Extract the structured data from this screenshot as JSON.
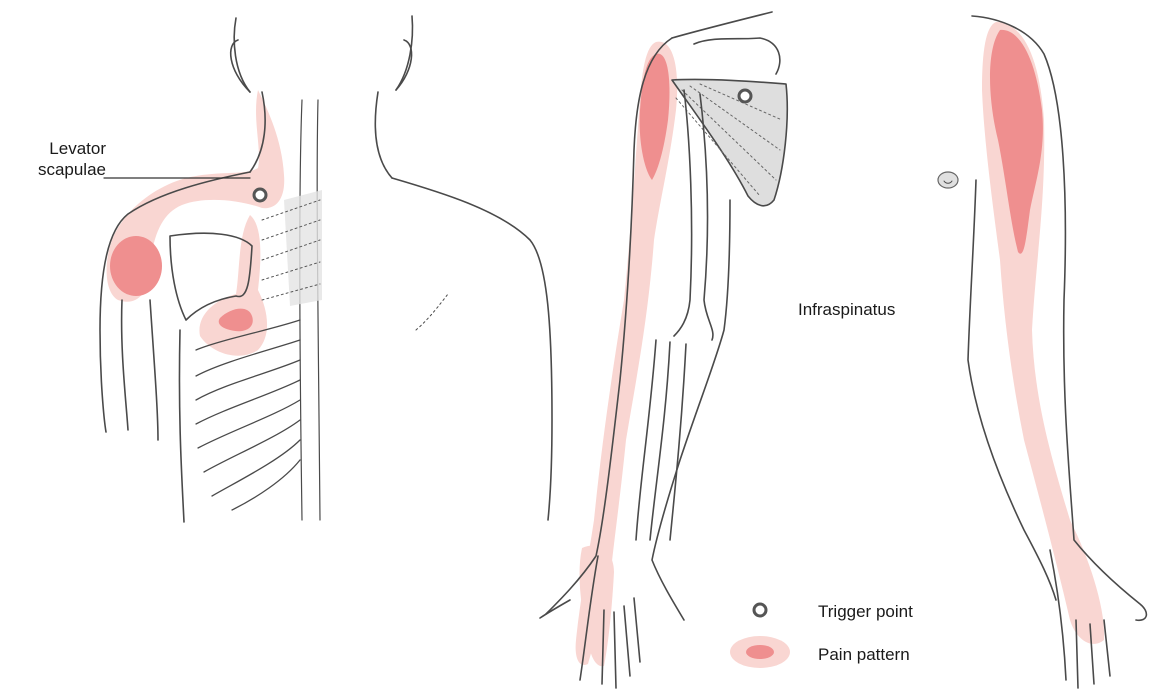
{
  "labels": {
    "levator_line1": "Levator",
    "levator_line2": "scapulae",
    "infraspinatus": "Infraspinatus"
  },
  "legend": {
    "trigger_point": "Trigger point",
    "pain_pattern": "Pain pattern"
  },
  "colors": {
    "outline": "#4a4a4a",
    "pain_light": "#f9d6d2",
    "pain_dark": "#ef8f8f",
    "muscle_gray": "#d9d9d9",
    "trigger_ring": "#555555"
  }
}
